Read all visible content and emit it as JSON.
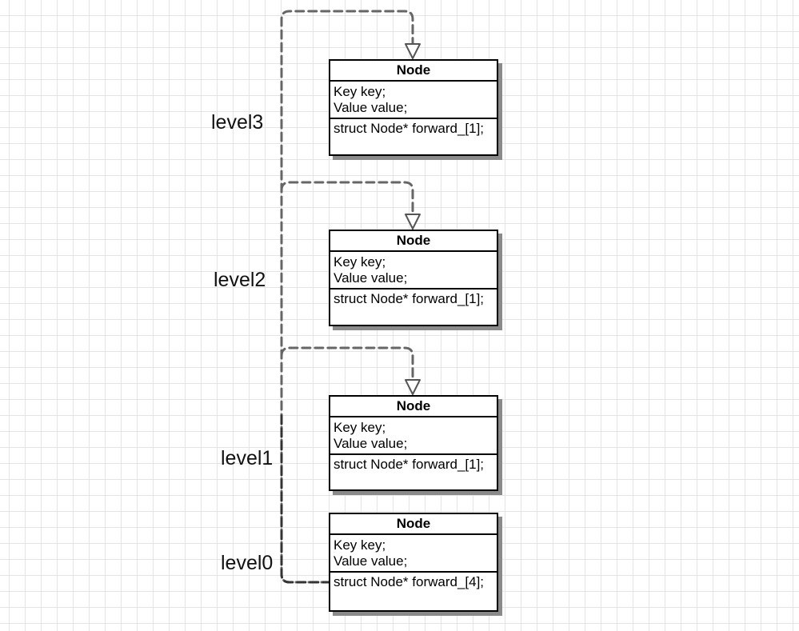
{
  "levels": [
    "level3",
    "level2",
    "level1",
    "level0"
  ],
  "nodes": [
    {
      "title": "Node",
      "field1": "Key key;",
      "field2": "Value value;",
      "method": "struct Node* forward_[1];"
    },
    {
      "title": "Node",
      "field1": "Key key;",
      "field2": "Value value;",
      "method": "struct Node* forward_[1];"
    },
    {
      "title": "Node",
      "field1": "Key key;",
      "field2": "Value value;",
      "method": "struct Node* forward_[1];"
    },
    {
      "title": "Node",
      "field1": "Key key;",
      "field2": "Value value;",
      "method": "struct Node* forward_[4];"
    }
  ]
}
